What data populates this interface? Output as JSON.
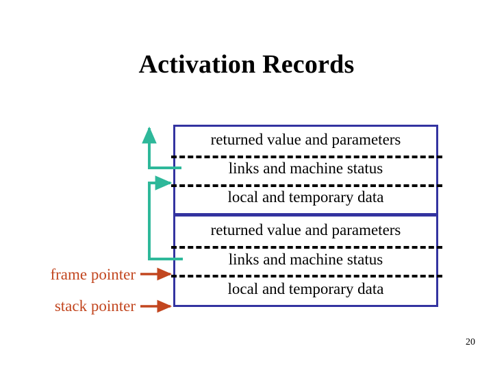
{
  "slide": {
    "title": "Activation Records",
    "page_number": "20",
    "colors": {
      "frame_border": "#3333a0",
      "separator": "#000000",
      "link_arrow": "#2eb89a",
      "pointer": "#c2461f",
      "title_text": "#000000",
      "background": "#ffffff"
    }
  },
  "diagram": {
    "records": [
      {
        "name": "callee-activation-record",
        "rows": [
          "returned value and parameters",
          "links and machine status",
          "local and temporary data"
        ]
      },
      {
        "name": "caller-activation-record",
        "rows": [
          "returned value and parameters",
          "links and machine status",
          "local and temporary data"
        ]
      }
    ],
    "pointers": [
      {
        "name": "frame-pointer",
        "label": "frame pointer"
      },
      {
        "name": "stack-pointer",
        "label": "stack pointer"
      }
    ],
    "links": [
      {
        "name": "upper-control-link",
        "from": "links and machine status",
        "direction": "up"
      },
      {
        "name": "lower-control-link",
        "from": "links and machine status",
        "direction": "up-right"
      }
    ]
  }
}
